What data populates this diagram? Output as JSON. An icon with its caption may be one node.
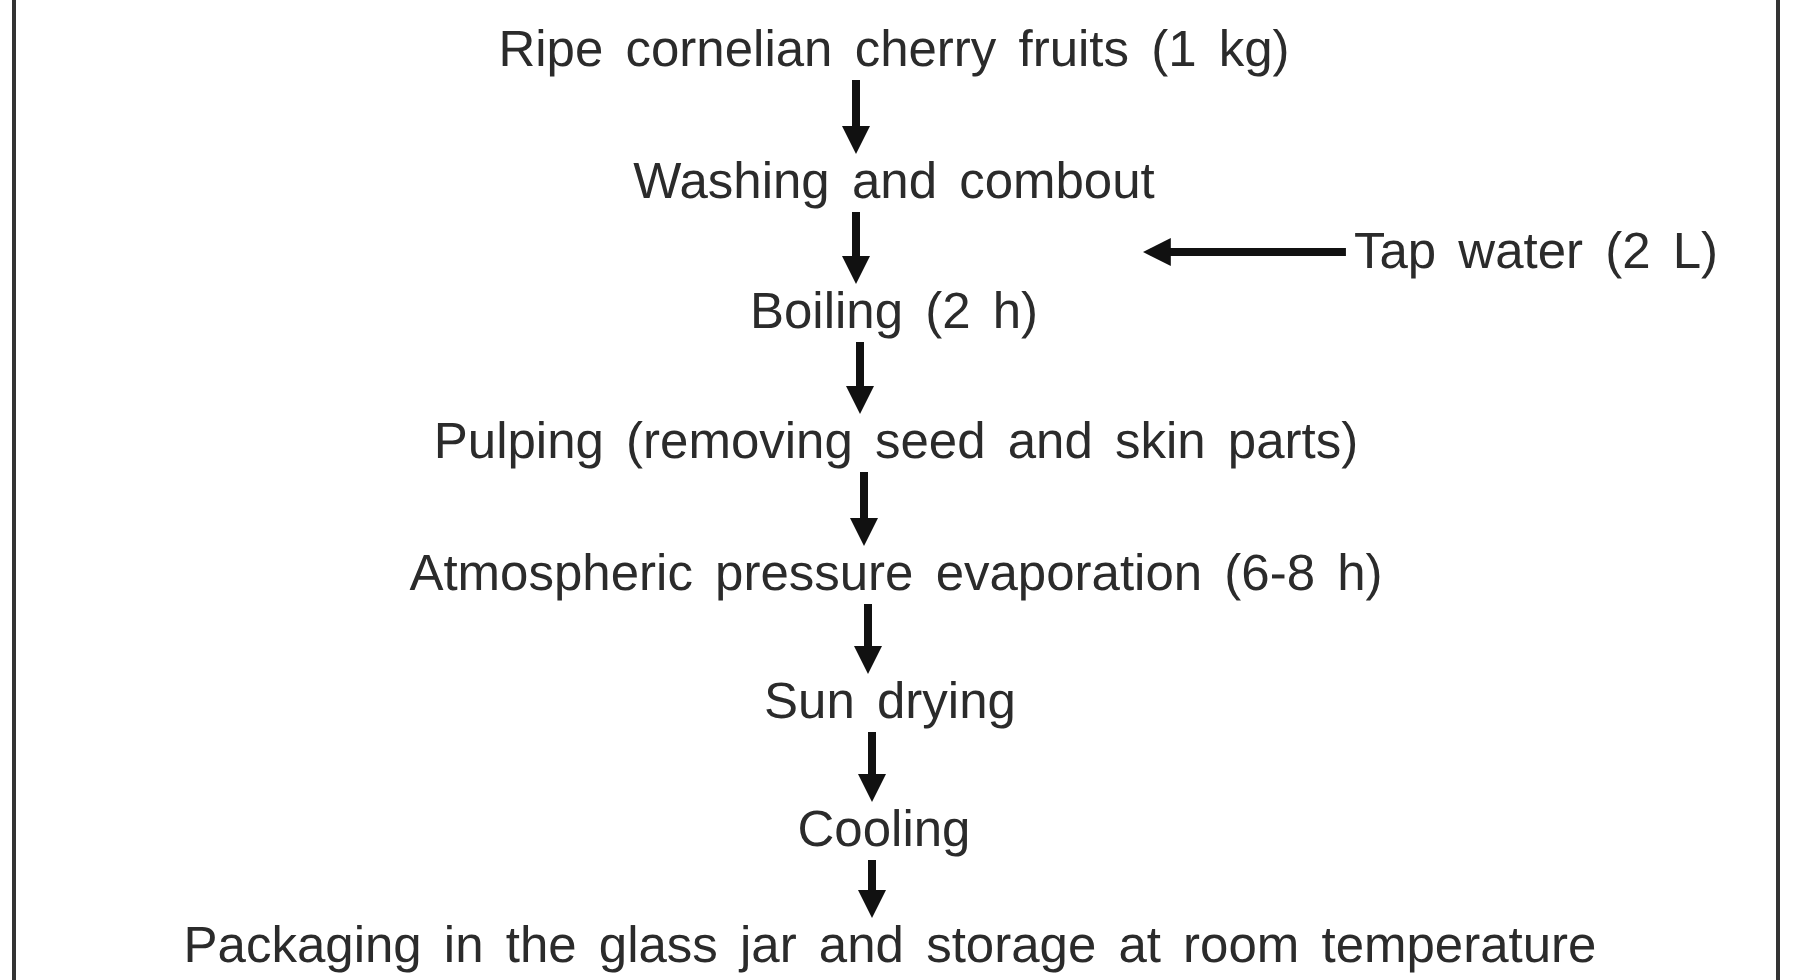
{
  "diagram": {
    "nodes": [
      {
        "text": [
          "Ripe cornelian cherry fruits (1 kg)"
        ]
      },
      {
        "text": [
          "Washing and combout"
        ]
      },
      {
        "text": [
          "Boiling (2 h)"
        ]
      },
      {
        "text": [
          "Pulping (removing seed and skin parts)"
        ]
      },
      {
        "text": [
          "Atmospheric pressure evaporation (6-8 h)"
        ]
      },
      {
        "text": [
          "Sun drying"
        ]
      },
      {
        "text": [
          "Cooling"
        ]
      },
      {
        "text": [
          "Packaging in the glass jar and storage at room temperature"
        ]
      },
      {
        "text": [
          "Tap water (2 L)"
        ]
      }
    ],
    "edges": [
      {
        "from": 0,
        "to": 1,
        "arrow": "to"
      },
      {
        "from": 1,
        "to": 2,
        "arrow": "to"
      },
      {
        "from": 2,
        "to": 3,
        "arrow": "to"
      },
      {
        "from": 3,
        "to": 4,
        "arrow": "to"
      },
      {
        "from": 4,
        "to": 5,
        "arrow": "to"
      },
      {
        "from": 5,
        "to": 6,
        "arrow": "to"
      },
      {
        "from": 6,
        "to": 7,
        "arrow": "to"
      },
      {
        "from": 8,
        "to": 1,
        "arrow": "to"
      }
    ]
  }
}
